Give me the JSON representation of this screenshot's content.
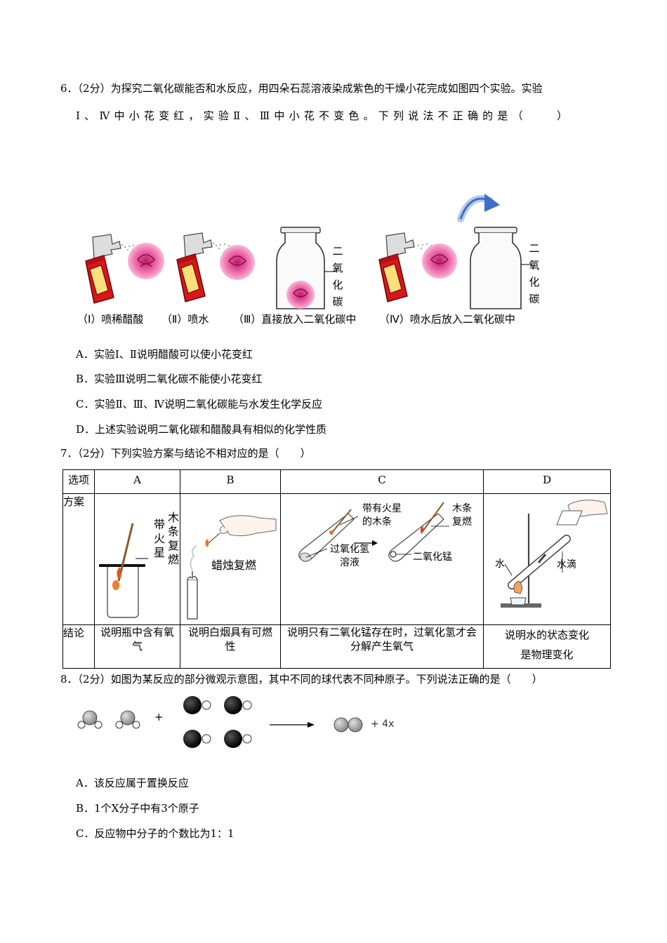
{
  "q6": {
    "stem_line1": "6．（2分）为探究二氧化碳能否和水反应，用四朵石蕊溶液染成紫色的干燥小花完成如图四个实验。实验",
    "stem_line2": "Ⅰ、Ⅳ中小花变红，实验Ⅱ、Ⅲ中小花不变色。下列说法不正确的是（　　）",
    "figure": {
      "gas_label_jar1": [
        "二",
        "氧",
        "化",
        "碳"
      ],
      "gas_label_jar2": [
        "二",
        "氧",
        "化",
        "碳"
      ],
      "captions": [
        "（Ⅰ）喷稀醋酸",
        "（Ⅱ）喷水",
        "（Ⅲ）直接放入二氧化碳中",
        "（Ⅳ）喷水后放入二氧化碳中"
      ]
    },
    "options": [
      "A．实验Ⅰ、Ⅱ说明醋酸可以使小花变红",
      "B．实验Ⅲ说明二氧化碳不能使小花变红",
      "C．实验Ⅱ、Ⅲ、Ⅳ说明二氧化碳能与水发生化学反应",
      "D．上述实验说明二氧化碳和醋酸具有相似的化学性质"
    ]
  },
  "q7": {
    "stem": "7．（2分）下列实验方案与结论不相对应的是（　　）",
    "table": {
      "headers": [
        "选项",
        "A",
        "B",
        "C",
        "D"
      ],
      "row_plan_label": "方案",
      "row_concl_label": "结论",
      "plan_labels": {
        "A": [
          "带",
          "火",
          "星",
          "木",
          "条",
          "复",
          "燃"
        ],
        "B": "蜡烛复燃",
        "C": [
          "带有火星",
          "的木条",
          "过氧化氢",
          "溶液",
          "木条",
          "复燃",
          "二氧化锰"
        ],
        "D": [
          "水",
          "水滴"
        ]
      },
      "conclusions": [
        "说明瓶中含有氧气",
        "说明白烟具有可燃性",
        "说明只有二氧化锰存在时，过氧化氢才会分解产生氧气",
        "说明水的状态变化是物理变化"
      ]
    }
  },
  "q8": {
    "stem": "8．（2分）如图为某反应的部分微观示意图，其中不同的球代表不同种原子。下列说法正确的是（　　）",
    "figure": {
      "plus": "+",
      "product_tail": "+ 4x"
    },
    "options": [
      "A．该反应属于置换反应",
      "B．1个X分子中有3个原子",
      "C．反应物中分子的个数比为1：1"
    ]
  }
}
